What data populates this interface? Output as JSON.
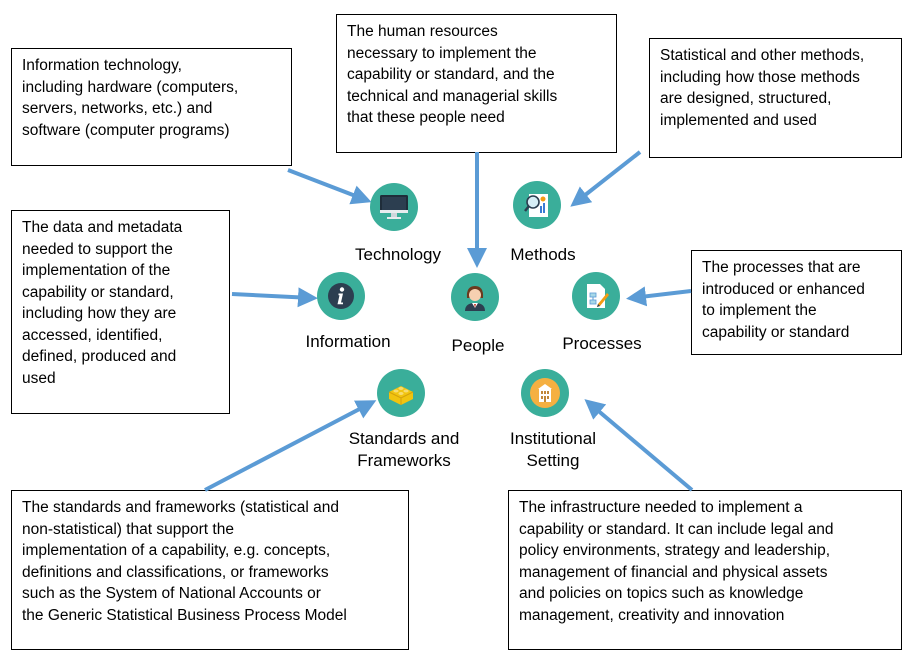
{
  "categories": {
    "technology": {
      "label": "Technology",
      "icon": "monitor-icon",
      "description": "Information technology,\nincluding hardware (computers,\nservers, networks, etc.) and\nsoftware (computer programs)"
    },
    "people": {
      "label": "People",
      "icon": "person-icon",
      "description": "The human resources\nnecessary to implement the\ncapability or standard, and the\ntechnical and managerial skills\nthat these people need"
    },
    "methods": {
      "label": "Methods",
      "icon": "report-magnifier-icon",
      "description": "Statistical and other methods,\nincluding how those methods\nare designed, structured,\nimplemented and used"
    },
    "information": {
      "label": "Information",
      "icon": "info-icon",
      "description": "The data and metadata\nneeded to support the\nimplementation of the\ncapability or standard,\nincluding how they are\naccessed, identified,\ndefined, produced and\nused"
    },
    "processes": {
      "label": "Processes",
      "icon": "flowchart-pencil-icon",
      "description": "The processes that are\nintroduced or enhanced\nto implement the\ncapability or standard"
    },
    "standards": {
      "label": "Standards and\nFrameworks",
      "icon": "lego-brick-icon",
      "description": "The standards and frameworks (statistical and\nnon-statistical) that support the\nimplementation of a capability, e.g. concepts,\ndefinitions and classifications, or frameworks\nsuch as the System of National Accounts or\nthe Generic Statistical Business Process Model"
    },
    "institutional": {
      "label": "Institutional\nSetting",
      "icon": "building-icon",
      "description": "The infrastructure needed to implement a\ncapability or standard. It can include legal and\npolicy environments, strategy and leadership,\nmanagement of financial and physical assets\nand policies on topics such as knowledge\nmanagement, creativity and innovation"
    }
  },
  "colors": {
    "icon_bg": "#3aae9a",
    "arrow": "#5b9bd5",
    "box_border": "#000000"
  }
}
